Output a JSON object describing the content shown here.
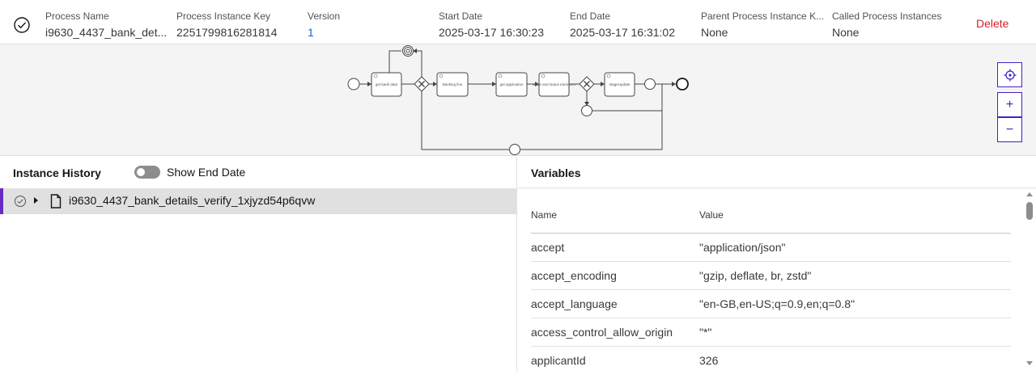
{
  "header": {
    "fields": [
      {
        "label": "Process Name",
        "value": "i9630_4437_bank_det..."
      },
      {
        "label": "Process Instance Key",
        "value": "2251799816281814"
      },
      {
        "label": "Version",
        "value": "1"
      },
      {
        "label": "Start Date",
        "value": "2025-03-17 16:30:23"
      },
      {
        "label": "End Date",
        "value": "2025-03-17 16:31:02"
      },
      {
        "label": "Parent Process Instance K...",
        "value": "None"
      },
      {
        "label": "Called Process Instances",
        "value": "None"
      }
    ],
    "delete_label": "Delete",
    "colors": {
      "accent": "#4520c8",
      "danger": "#da1e28",
      "link": "#0f62fe"
    }
  },
  "diagram": {
    "tasks": [
      "get bank data",
      "Banking line",
      "get application",
      "stage and status transform",
      "stageUpdate"
    ],
    "zoom_controls": {
      "reset_icon": "crosshair-icon",
      "zoom_in": "+",
      "zoom_out": "−"
    }
  },
  "history": {
    "title": "Instance History",
    "toggle_label": "Show End Date",
    "toggle_on": false,
    "items": [
      {
        "name": "i9630_4437_bank_details_verify_1xjyzd54p6qvw",
        "state_icon": "completed-check-icon",
        "type_icon": "document-icon"
      }
    ]
  },
  "variables": {
    "title": "Variables",
    "columns": [
      "Name",
      "Value"
    ],
    "rows": [
      {
        "name": "accept",
        "value": "\"application/json\""
      },
      {
        "name": "accept_encoding",
        "value": "\"gzip, deflate, br, zstd\""
      },
      {
        "name": "accept_language",
        "value": "\"en-GB,en-US;q=0.9,en;q=0.8\""
      },
      {
        "name": "access_control_allow_origin",
        "value": "\"*\""
      },
      {
        "name": "applicantId",
        "value": "326"
      }
    ]
  }
}
